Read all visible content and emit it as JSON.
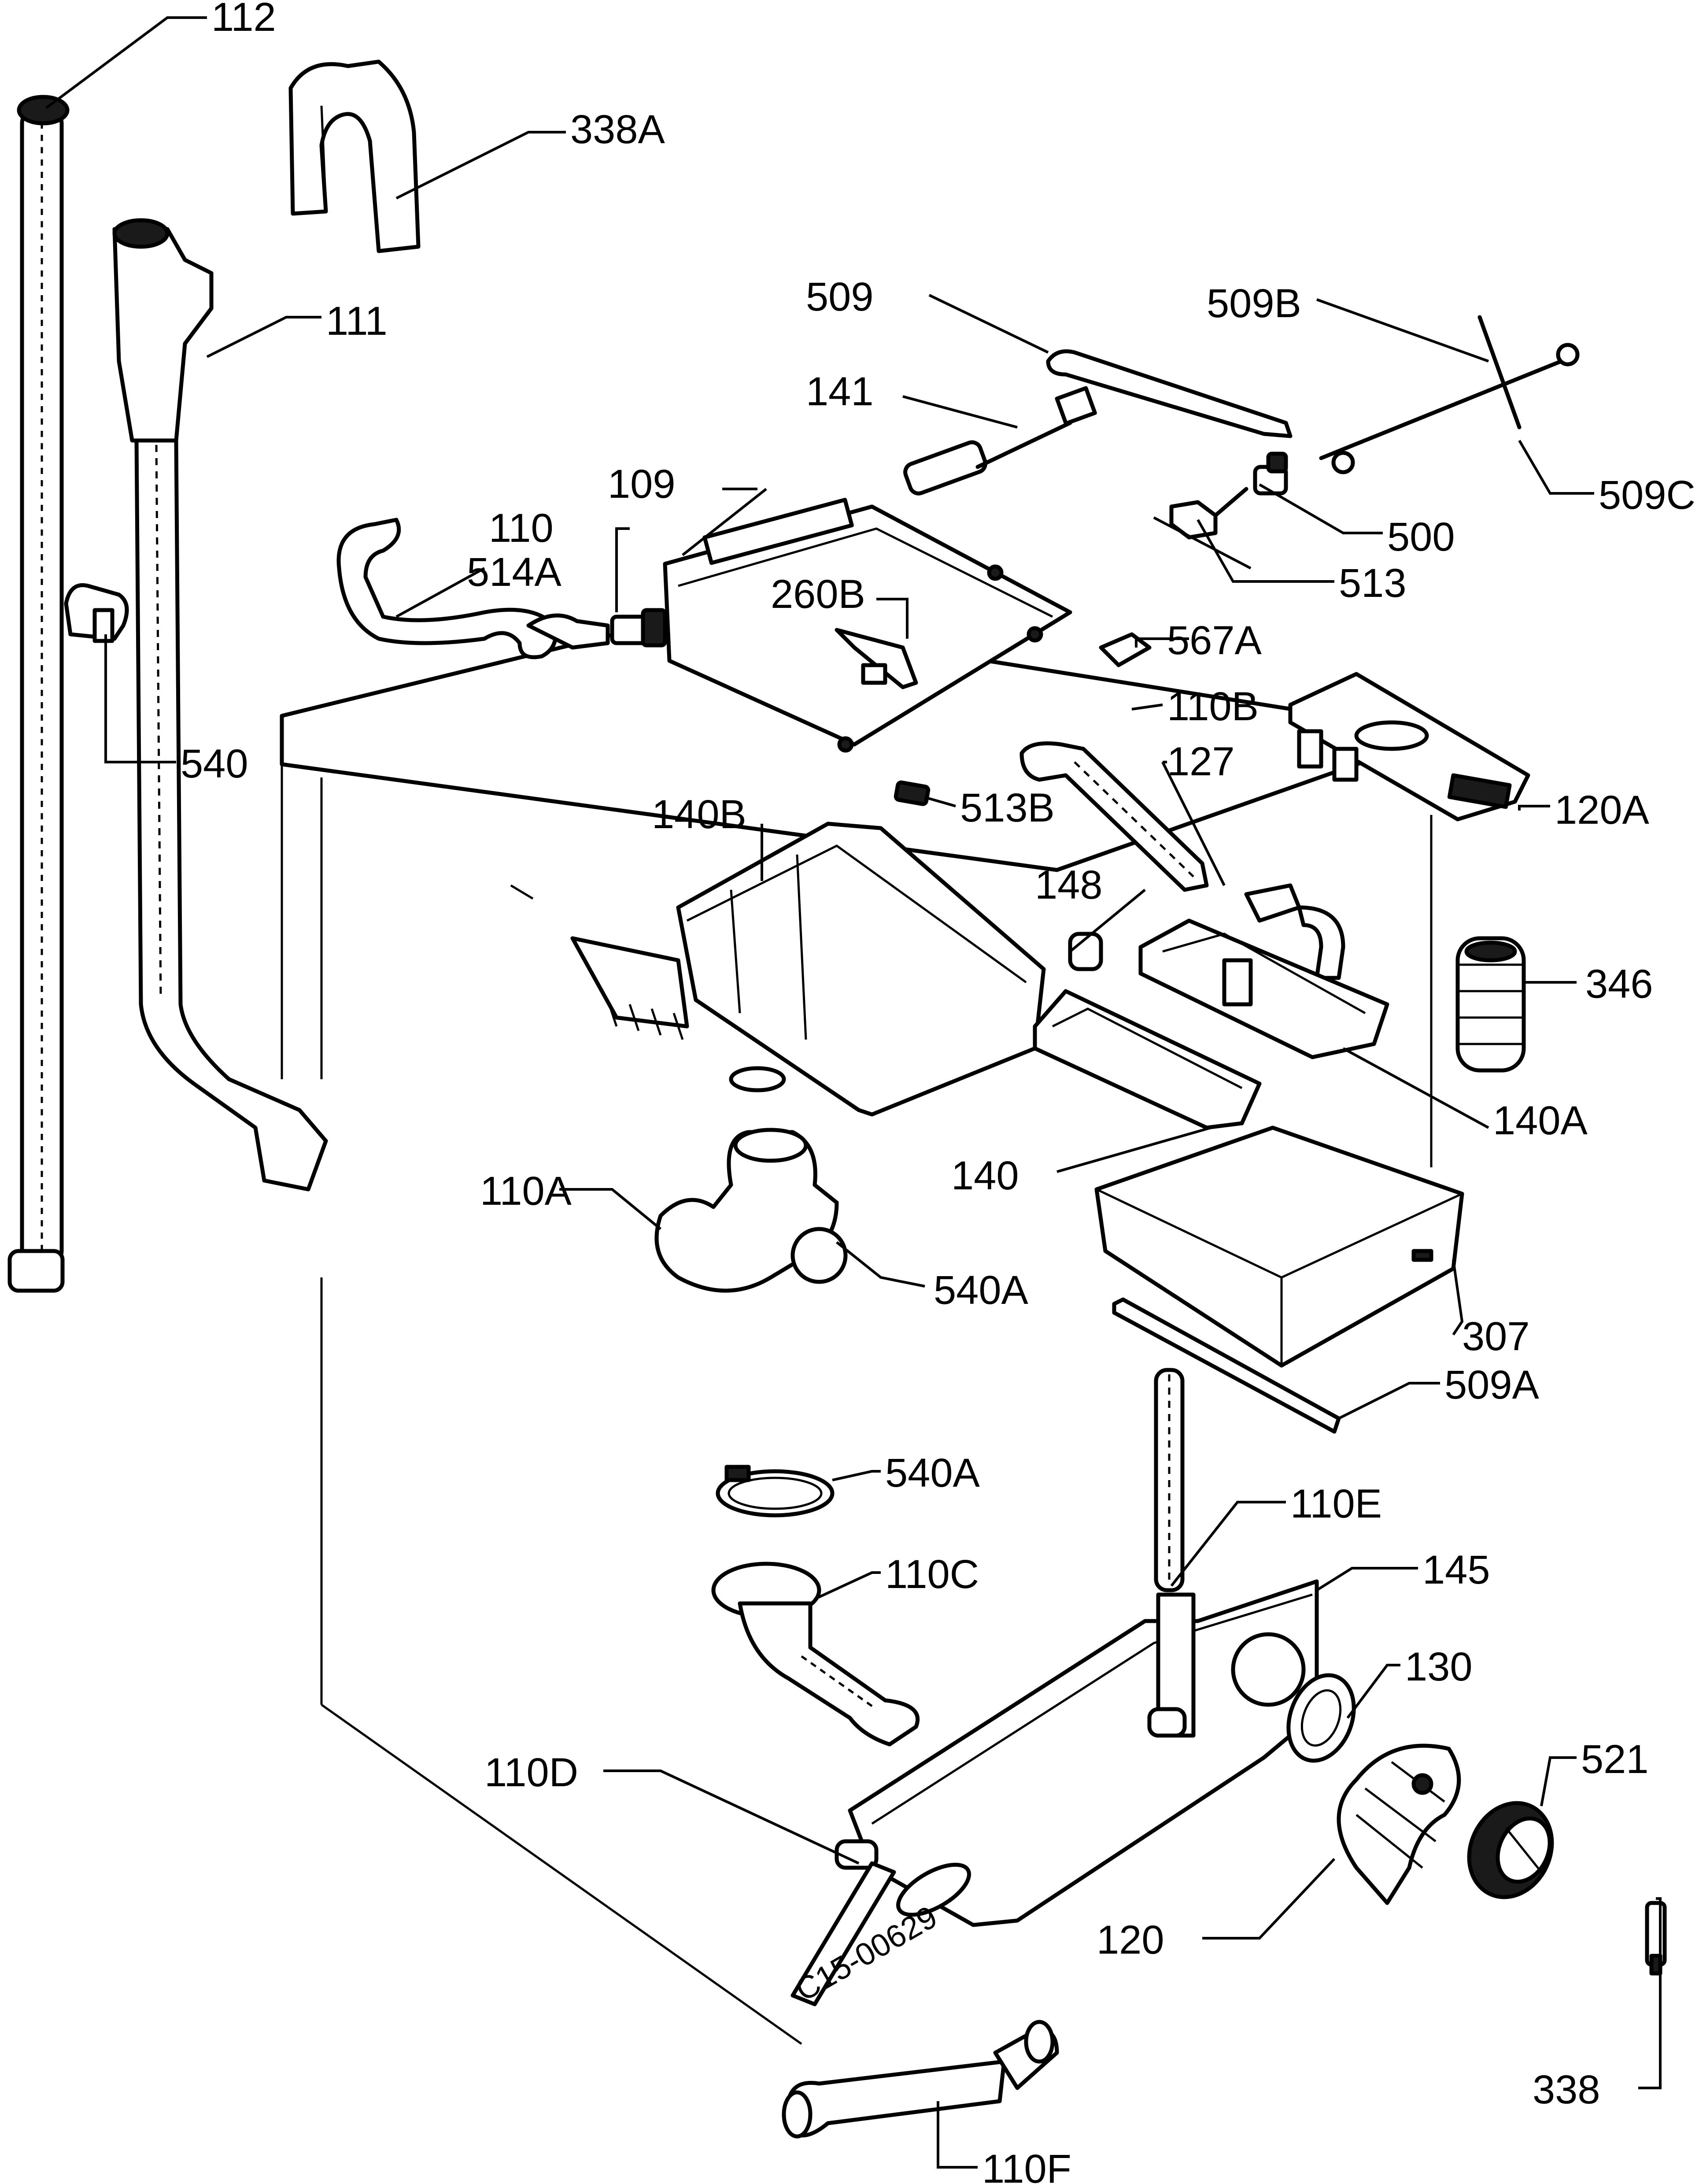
{
  "diagram": {
    "stamp": "C15-00629",
    "labels": {
      "l112": "112",
      "l338a": "338A",
      "l111": "111",
      "l509": "509",
      "l509b": "509B",
      "l141": "141",
      "l109": "109",
      "l110": "110",
      "l514a": "514A",
      "l260b": "260B",
      "l500": "500",
      "l513": "513",
      "l509c": "509C",
      "l567a": "567A",
      "l540": "540",
      "l110b": "110B",
      "l127": "127",
      "l120a": "120A",
      "l140b": "140B",
      "l513b": "513B",
      "l148": "148",
      "l346": "346",
      "l140a": "140A",
      "l140": "140",
      "l110a": "110A",
      "l540a_1": "540A",
      "l307": "307",
      "l509a": "509A",
      "l540a_2": "540A",
      "l110e": "110E",
      "l110c": "110C",
      "l145": "145",
      "l130": "130",
      "l521": "521",
      "l110d": "110D",
      "l120": "120",
      "l338": "338",
      "l110f": "110F"
    }
  }
}
